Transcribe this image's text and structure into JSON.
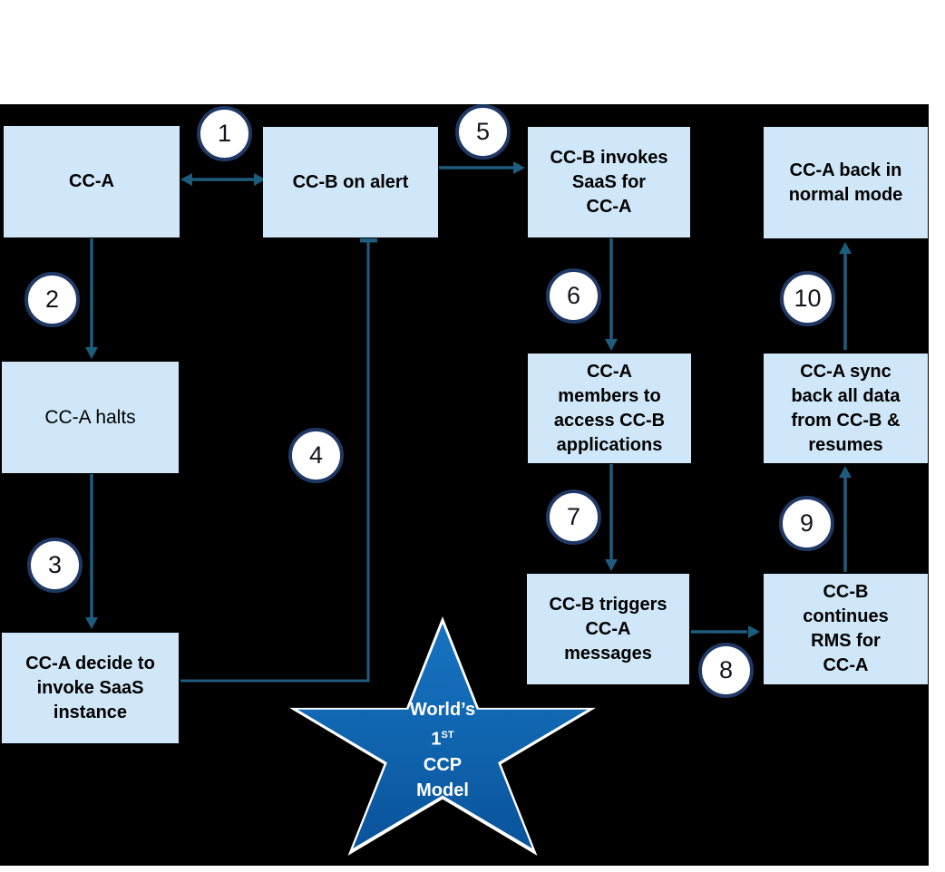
{
  "colors": {
    "page_background": "#ffffff",
    "canvas_background": "#000000",
    "box_fill": "#cfe7f8",
    "box_text": "#000000",
    "arrow": "#1d5c7d",
    "circle_fill": "#ffffff",
    "circle_border": "#1f3864",
    "circle_text": "#14141e",
    "star_fill": "#0f63ad",
    "star_outline": "#ffffff",
    "star_text": "#ffffff"
  },
  "boxes": [
    {
      "id": "cc-a",
      "label": "CC-A"
    },
    {
      "id": "cc-b-alert",
      "label": "CC-B on alert"
    },
    {
      "id": "cc-b-invokes",
      "label": "CC-B invokes\nSaaS for\nCC-A"
    },
    {
      "id": "cc-a-back",
      "label": "CC-A back in\nnormal mode"
    },
    {
      "id": "cc-a-halts",
      "label": "CC-A halts"
    },
    {
      "id": "cc-a-members",
      "label": "CC-A\nmembers to\naccess CC-B\napplications"
    },
    {
      "id": "cc-a-sync",
      "label": "CC-A sync\nback all data\nfrom CC-B &\nresumes"
    },
    {
      "id": "cc-a-decide",
      "label": "CC-A decide to\ninvoke SaaS\ninstance"
    },
    {
      "id": "cc-b-triggers",
      "label": "CC-B triggers\nCC-A\nmessages"
    },
    {
      "id": "cc-b-continues",
      "label": "CC-B\ncontinues\nRMS for\nCC-A"
    }
  ],
  "steps": [
    "1",
    "2",
    "3",
    "4",
    "5",
    "6",
    "7",
    "8",
    "9",
    "10"
  ],
  "star": {
    "line1": "World’s",
    "line2_num": "1",
    "line2_sup": "ST",
    "line3": "CCP",
    "line4": "Model"
  }
}
